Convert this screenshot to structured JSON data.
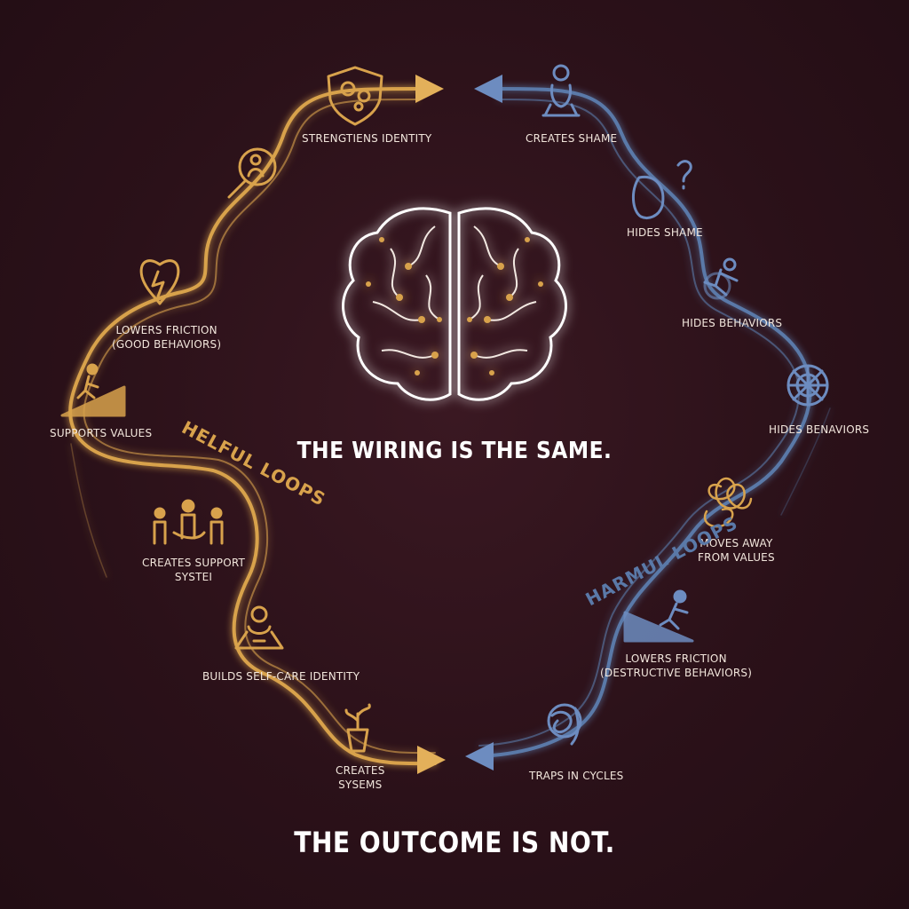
{
  "headlines": {
    "center": "THE WIRING IS THE SAME.",
    "bottom": "THE OUTCOME IS NOT."
  },
  "helpful_loop": {
    "title": "HELFUL LOOPS",
    "color": "#d8a24c",
    "nodes": [
      {
        "label": "STRENGTIENS IDENTITY",
        "icon": "shield-gears-icon"
      },
      {
        "label": "",
        "icon": "magnifier-person-icon"
      },
      {
        "label": "LOWERS FRICTION\n(GOOD BEHAVIORS)",
        "icon": "lightning-heart-icon"
      },
      {
        "label": "SUPPORTS VALUES",
        "icon": "person-climbing-stairs-icon"
      },
      {
        "label": "CREATES SUPPORT\nSYSTEI",
        "icon": "people-group-icon"
      },
      {
        "label": "BUILDS SELF-CARE IDENTITY",
        "icon": "meditating-person-icon"
      },
      {
        "label": "CREATES\nSYSEMS",
        "icon": "potted-plant-icon"
      }
    ]
  },
  "harmful_loop": {
    "title": "HARMUL LOOPS",
    "color": "#5a79a8",
    "nodes": [
      {
        "label": "CREATES SHAME",
        "icon": "hunched-person-icon"
      },
      {
        "label": "HIDES SHAME",
        "icon": "mask-question-icon"
      },
      {
        "label": "HIDES BEHAVIORS",
        "icon": "falling-person-icon"
      },
      {
        "label": "HIDES BENAVIORS",
        "icon": "spider-web-icon"
      },
      {
        "label": "MOVES AWAY\nFROM VALUES",
        "icon": "tangled-knot-icon"
      },
      {
        "label": "LOWERS FRICTION\n(DESTRUCTIVE BEHAVIORS)",
        "icon": "person-sliding-down-icon"
      },
      {
        "label": "TRAPS IN CYCLES",
        "icon": "tangled-person-icon"
      }
    ]
  },
  "brain": {
    "icon": "brain-circuit-icon"
  }
}
